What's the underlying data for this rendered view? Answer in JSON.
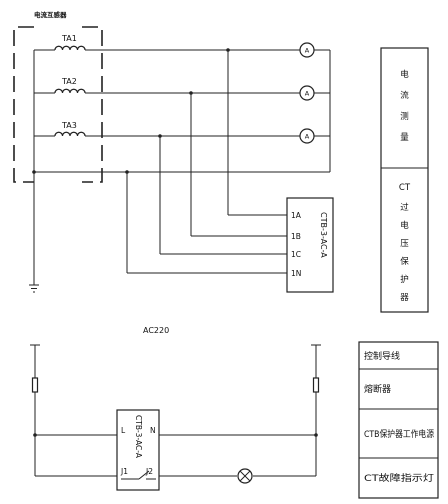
{
  "top": {
    "transformer_group_label": "电流互感器",
    "transformers": [
      "TA1",
      "TA2",
      "TA3"
    ],
    "meter_symbol": "A",
    "protector_label": "CTB-3-AC-A",
    "pins": [
      "1A",
      "1B",
      "1C",
      "1N"
    ]
  },
  "right_panel": {
    "current_measure": [
      "电",
      "流",
      "测",
      "量"
    ],
    "ct_label": "CT",
    "overvoltage_protect": [
      "过",
      "电",
      "压",
      "保",
      "护",
      "器"
    ]
  },
  "bottom": {
    "supply_label": "AC220",
    "protector_label": "CTB-3-AC-A",
    "pins": {
      "L": "L",
      "N": "N",
      "J1": "J1",
      "J2": "J2"
    }
  },
  "legend": {
    "items": [
      "控制导线",
      "熔断器",
      "CTB保护器工作电源",
      "CT故障指示灯"
    ]
  }
}
